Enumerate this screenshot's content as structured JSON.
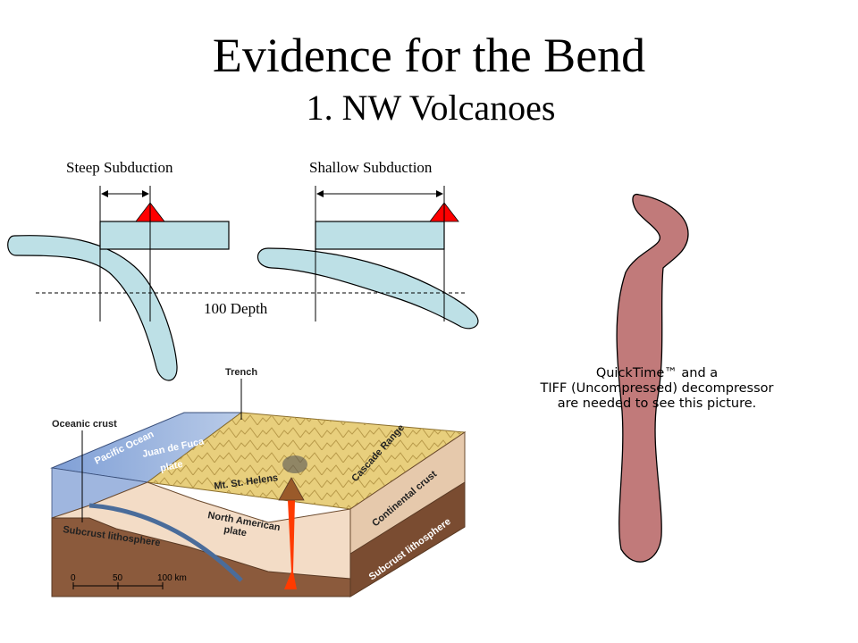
{
  "slide": {
    "title": "Evidence for the Bend",
    "subtitle": "1. NW Volcanoes"
  },
  "subduction": {
    "steep_label": "Steep Subduction",
    "shallow_label": "Shallow Subduction",
    "depth_label": "100 Depth"
  },
  "block_diagram": {
    "labels": {
      "trench": "Trench",
      "oceanic_crust": "Oceanic crust",
      "pacific_ocean": "Pacific Ocean",
      "juan_de_fuca_1": "Juan de Fuca",
      "juan_de_fuca_2": "plate",
      "mt_st_helens": "Mt. St. Helens",
      "cascade_range": "Cascade Range",
      "continental_crust": "Continental crust",
      "north_american_1": "North American",
      "north_american_2": "plate",
      "subcrust_left": "Subcrust lithosphere",
      "subcrust_right": "Subcrust lithosphere"
    },
    "scale": {
      "t0": "0",
      "t50": "50",
      "t100": "100 km"
    }
  },
  "placeholder": {
    "line1": "QuickTime™ and a",
    "line2": "TIFF (Uncompressed) decompressor",
    "line3": "are needed to see this picture."
  },
  "colors": {
    "slab": "#bde0e6",
    "volcano": "#ff0000",
    "bend_shape": "#c17a7a",
    "land": "#e8cf7d",
    "crust": "#f3dcc6",
    "lithosphere": "#8b5a3c",
    "ocean": "#a9bfe0"
  }
}
